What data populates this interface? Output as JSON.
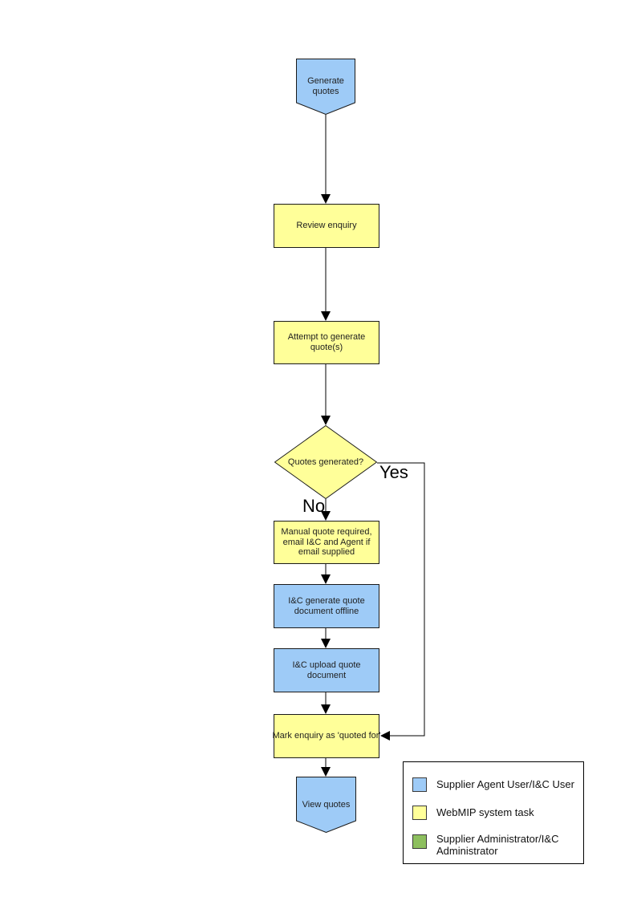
{
  "colors": {
    "user_task": "#9ecbf7",
    "system_task": "#ffff99",
    "admin_task": "#8dbf5e",
    "border": "#1a1a1a",
    "line": "#000000",
    "text": "#1f1f1f"
  },
  "flowchart": {
    "nodes": {
      "start": {
        "label": "Generate quotes",
        "shape": "off-page-connector",
        "role": "user_task"
      },
      "review": {
        "label": "Review enquiry",
        "shape": "process",
        "role": "system_task"
      },
      "attempt": {
        "label": "Attempt to generate quote(s)",
        "shape": "process",
        "role": "system_task"
      },
      "decision": {
        "label": "Quotes generated?",
        "shape": "decision",
        "role": "system_task"
      },
      "manual": {
        "label": "Manual quote required, email I&C and Agent if email supplied",
        "shape": "process",
        "role": "system_task"
      },
      "generate_offline": {
        "label": "I&C generate quote document offline",
        "shape": "process",
        "role": "user_task"
      },
      "upload": {
        "label": "I&C upload quote document",
        "shape": "process",
        "role": "user_task"
      },
      "mark": {
        "label": "Mark enquiry as 'quoted for'",
        "shape": "process",
        "role": "system_task"
      },
      "end": {
        "label": "View quotes",
        "shape": "off-page-connector",
        "role": "user_task"
      }
    },
    "edges": [
      {
        "from": "start",
        "to": "review"
      },
      {
        "from": "review",
        "to": "attempt"
      },
      {
        "from": "attempt",
        "to": "decision"
      },
      {
        "from": "decision",
        "to": "manual",
        "label": "No"
      },
      {
        "from": "decision",
        "to": "mark",
        "label": "Yes"
      },
      {
        "from": "manual",
        "to": "generate_offline"
      },
      {
        "from": "generate_offline",
        "to": "upload"
      },
      {
        "from": "upload",
        "to": "mark"
      },
      {
        "from": "mark",
        "to": "end"
      }
    ]
  },
  "legend": {
    "items": [
      {
        "label": "Supplier Agent User/I&C User",
        "color": "#9ecbf7"
      },
      {
        "label": "WebMIP system task",
        "color": "#ffff99"
      },
      {
        "label": "Supplier Administrator/I&C Administrator",
        "color": "#8dbf5e"
      }
    ]
  }
}
